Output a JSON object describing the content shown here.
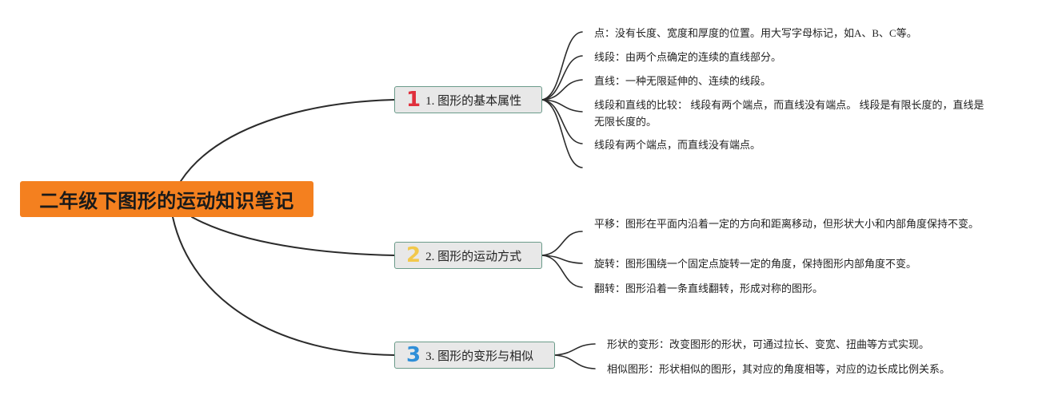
{
  "root": {
    "title": "二年级下图形的运动知识笔记"
  },
  "colors": {
    "root_bg": "#f4801f",
    "num1": "#e0303c",
    "num2": "#f2c84b",
    "num3": "#2f8fd8",
    "branch_border": "#6b9b8a"
  },
  "branches": [
    {
      "number": "1",
      "label": "1. 图形的基本属性",
      "items": [
        "点：没有长度、宽度和厚度的位置。用大写字母标记，如A、B、C等。",
        "线段：由两个点确定的连续的直线部分。",
        "直线：一种无限延伸的、连续的线段。",
        "线段和直线的比较： 线段有两个端点，而直线没有端点。 线段是有限长度的，直线是无限长度的。",
        "线段有两个端点，而直线没有端点。"
      ]
    },
    {
      "number": "2",
      "label": "2. 图形的运动方式",
      "items": [
        "平移：图形在平面内沿着一定的方向和距离移动，但形状大小和内部角度保持不变。",
        "旋转：图形围绕一个固定点旋转一定的角度，保持图形内部角度不变。",
        "翻转：图形沿着一条直线翻转，形成对称的图形。"
      ]
    },
    {
      "number": "3",
      "label": "3. 图形的变形与相似",
      "items": [
        "形状的变形：改变图形的形状，可通过拉长、变宽、扭曲等方式实现。",
        "相似图形：形状相似的图形，其对应的角度相等，对应的边长成比例关系。"
      ]
    }
  ]
}
